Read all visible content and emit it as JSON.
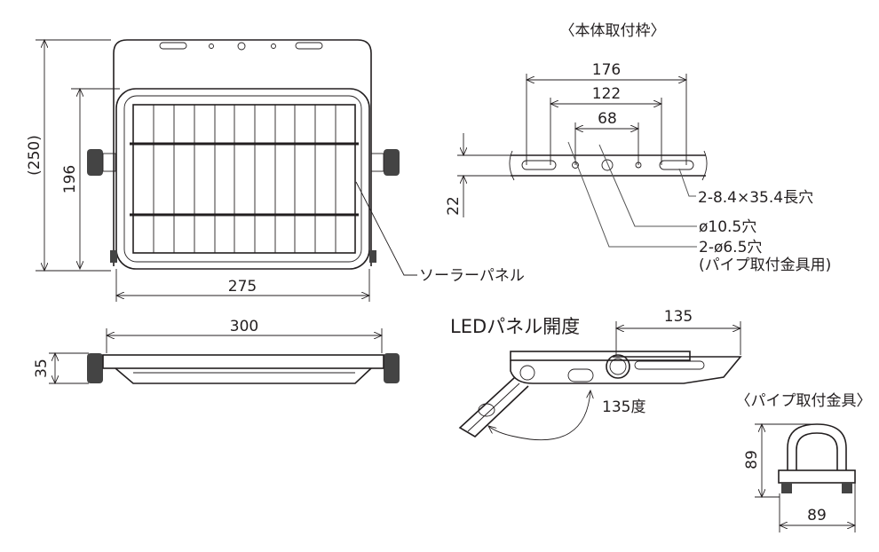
{
  "front_view": {
    "height_overall": "(250)",
    "height_panel": "196",
    "width_panel": "275",
    "panel_label": "ソーラーパネル"
  },
  "side_view": {
    "width": "300",
    "depth": "35"
  },
  "bracket": {
    "title": "〈本体取付枠〉",
    "dim_176": "176",
    "dim_122": "122",
    "dim_68": "68",
    "dim_22": "22",
    "slot_note": "2-8.4×35.4長穴",
    "center_hole_note": "ø10.5穴",
    "small_hole_note": "2-ø6.5穴",
    "small_hole_sub": "(パイプ取付金具用)"
  },
  "led_angle": {
    "title": "LEDパネル開度",
    "dim": "135",
    "angle": "135度"
  },
  "pipe_fitting": {
    "title": "〈パイプ取付金具〉",
    "height": "89",
    "width": "89"
  }
}
